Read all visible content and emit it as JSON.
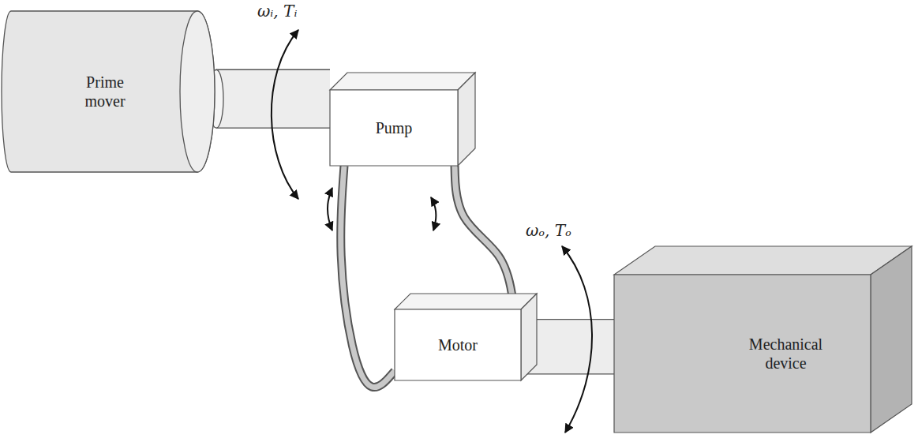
{
  "diagram": {
    "nodes": [
      {
        "text": [
          "Prime mover"
        ]
      },
      {
        "text": [
          "Pump"
        ]
      },
      {
        "text": [
          "Motor"
        ]
      },
      {
        "text": [
          "Mechanical device"
        ]
      }
    ],
    "edges": [
      {
        "from": 0,
        "to": 1,
        "arrow": "none"
      },
      {
        "from": 1,
        "to": 2,
        "arrow": "none"
      },
      {
        "from": 1,
        "to": 2,
        "arrow": "none"
      },
      {
        "from": 2,
        "to": 3,
        "arrow": "none"
      }
    ],
    "labels": [
      "ωᵢ, Tᵢ",
      "ωₒ, Tₒ"
    ]
  }
}
